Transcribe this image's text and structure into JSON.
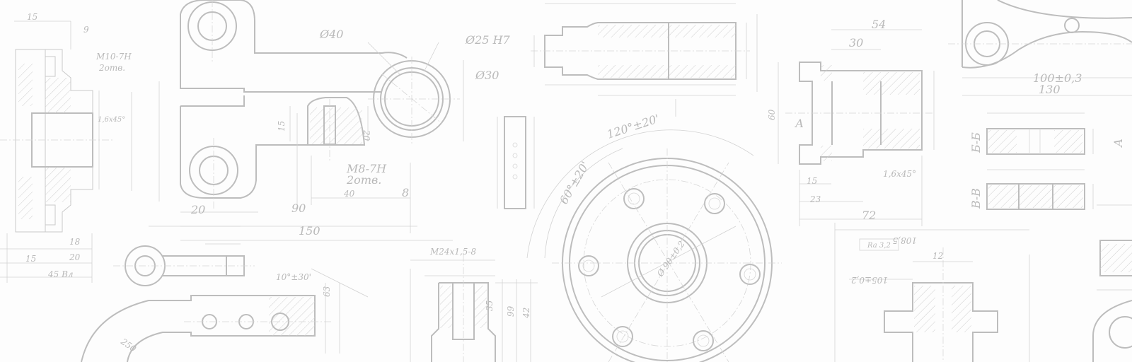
{
  "background": "#fdfdfd",
  "line_color": "#c4c4c4",
  "label_color": "#b9b9b9",
  "labels": {
    "l15": "15",
    "l9": "9",
    "m10": "M10-7H",
    "otv2": "2отв.",
    "c45a": "1,6x45°",
    "d40": "Ø40",
    "d25": "Ø25 Н7",
    "d30": "Ø30",
    "m8": "M8-7H",
    "otv2b": "2отв.",
    "l20a": "20",
    "l90": "90",
    "l150": "150",
    "l40": "40",
    "l8": "8",
    "l20b": "20",
    "l15b": "15",
    "ang120": "120°±20'",
    "ang60": "60°±20'",
    "d90": "Ø 90±0,2",
    "l54": "54",
    "l30": "30",
    "l72": "72",
    "l23": "23",
    "l15c": "15",
    "d60": "60",
    "c45b": "1,6x45°",
    "l100": "100±0,3",
    "l130": "130",
    "sec_bb1": "Б-Б",
    "sec_bb2": "В-В",
    "l18": "18",
    "l20c": "20",
    "l15d": "15",
    "m24": "M24x1,5-8",
    "ang45": "45 Вл",
    "ang10": "10°±30'",
    "l63": "63",
    "l35": "35",
    "l99": "99",
    "l42": "42",
    "l12": "12",
    "l105": "105±0,2",
    "ra": "Ra 3,2",
    "l108": "108,5",
    "l250": "250",
    "sA": "А",
    "sA2": "А"
  }
}
